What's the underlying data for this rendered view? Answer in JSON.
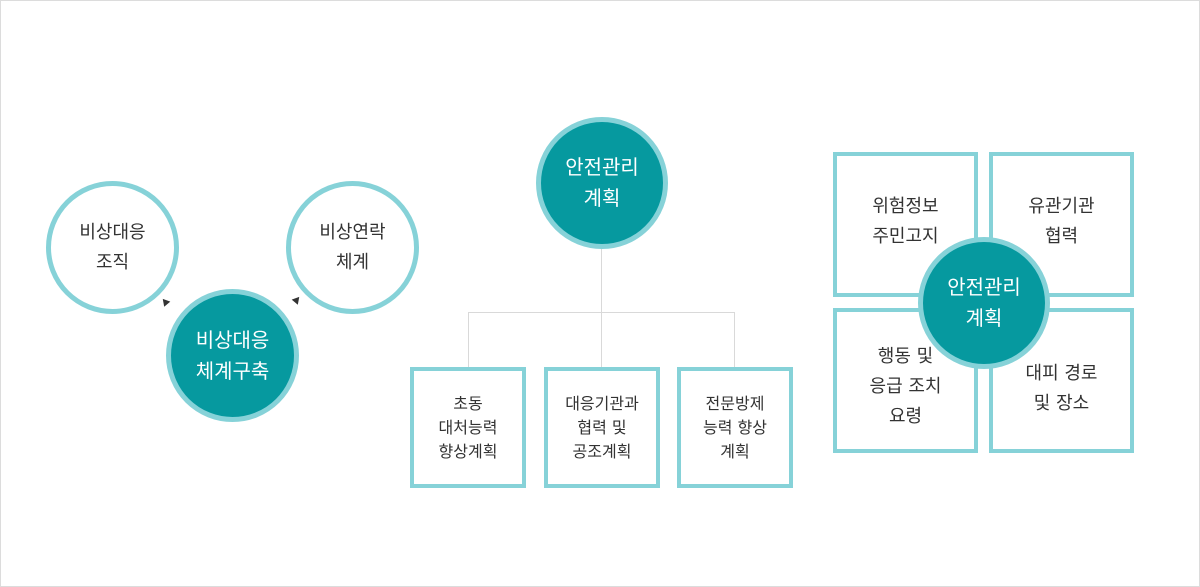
{
  "left_group": {
    "org": "비상대응\n조직",
    "contact": "비상연락\n체계",
    "build": "비상대응\n체계구축"
  },
  "center_group": {
    "root": "안전관리\n계획",
    "children": [
      "초동\n대처능력\n향상계획",
      "대응기관과\n협력 및\n공조계획",
      "전문방제\n능력 향상\n계획"
    ]
  },
  "right_group": {
    "center": "안전관리\n계획",
    "quadrants": [
      "위험정보\n주민고지",
      "유관기관\n협력",
      "행동 및\n응급 조치\n요령",
      "대피 경로\n및 장소"
    ]
  },
  "colors": {
    "teal_dark": "#06999f",
    "teal_light": "#86d2d8",
    "text": "#333333"
  }
}
